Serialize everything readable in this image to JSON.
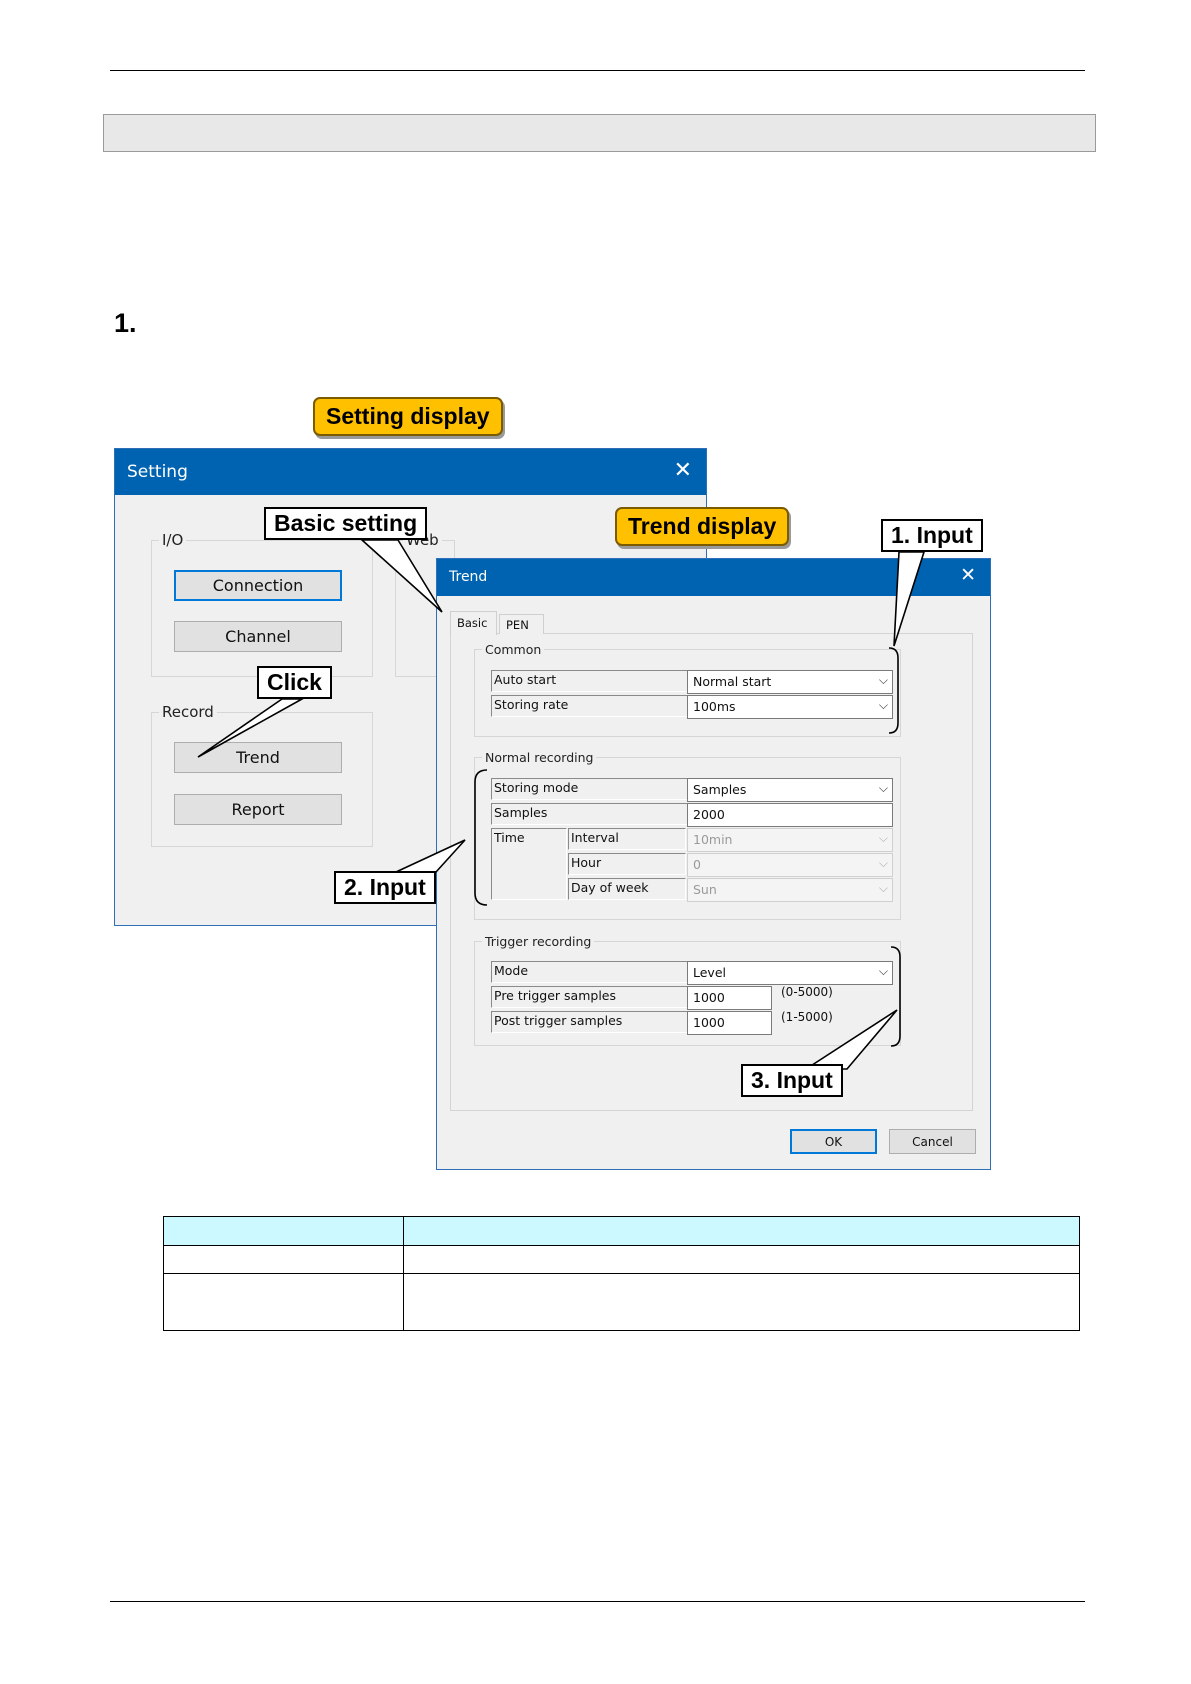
{
  "step": {
    "number": "1."
  },
  "callouts": {
    "setting_display": "Setting display",
    "trend_display": "Trend display",
    "basic_setting": "Basic setting",
    "click": "Click",
    "input1": "1. Input",
    "input2": "2. Input",
    "input3": "3. Input"
  },
  "setting_window": {
    "title": "Setting",
    "close": "✕",
    "io_group": "I/O",
    "web_group_partial": "Web",
    "connection": "Connection",
    "channel": "Channel",
    "record_group": "Record",
    "trend": "Trend",
    "report": "Report"
  },
  "trend_window": {
    "title": "Trend",
    "close": "✕",
    "tabs": [
      "Basic",
      "PEN"
    ],
    "common": {
      "label": "Common",
      "auto_start_label": "Auto start",
      "auto_start_value": "Normal start",
      "storing_rate_label": "Storing rate",
      "storing_rate_value": "100ms"
    },
    "normal": {
      "label": "Normal recording",
      "storing_mode_label": "Storing mode",
      "storing_mode_value": "Samples",
      "samples_label": "Samples",
      "samples_value": "2000",
      "time_label": "Time",
      "interval_label": "Interval",
      "interval_value": "10min",
      "hour_label": "Hour",
      "hour_value": "0",
      "dow_label": "Day of week",
      "dow_value": "Sun"
    },
    "trigger": {
      "label": "Trigger recording",
      "mode_label": "Mode",
      "mode_value": "Level",
      "pre_label": "Pre trigger samples",
      "pre_value": "1000",
      "pre_range": "(0-5000)",
      "post_label": "Post trigger samples",
      "post_value": "1000",
      "post_range": "(1-5000)"
    },
    "ok": "OK",
    "cancel": "Cancel"
  },
  "colors": {
    "titlebar": "#0063b1",
    "callout_yellow": "#ffc000",
    "table_header": "#ccf9ff"
  }
}
